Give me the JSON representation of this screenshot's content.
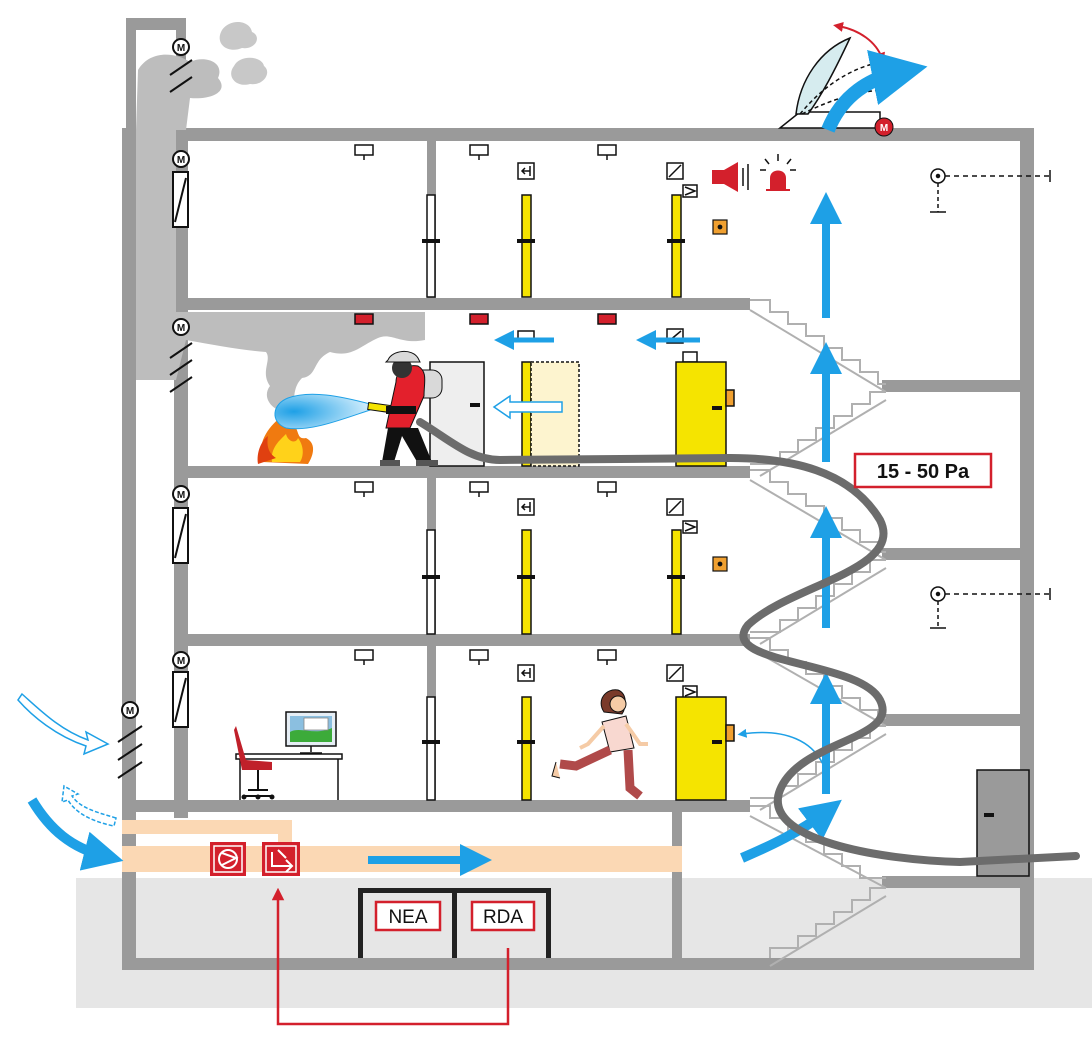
{
  "labels": {
    "pressure": "15 - 50 Pa",
    "nea": "NEA",
    "rda": "RDA",
    "motor": "M"
  },
  "colors": {
    "wall": "#9a9a9a",
    "ground": "#e6e6e6",
    "duct": "#fbd8b4",
    "alarm_red": "#d3202c",
    "airflow_blue": "#1ea0e6",
    "door_yellow": "#f5e400",
    "smoke": "#bdbdbd"
  }
}
